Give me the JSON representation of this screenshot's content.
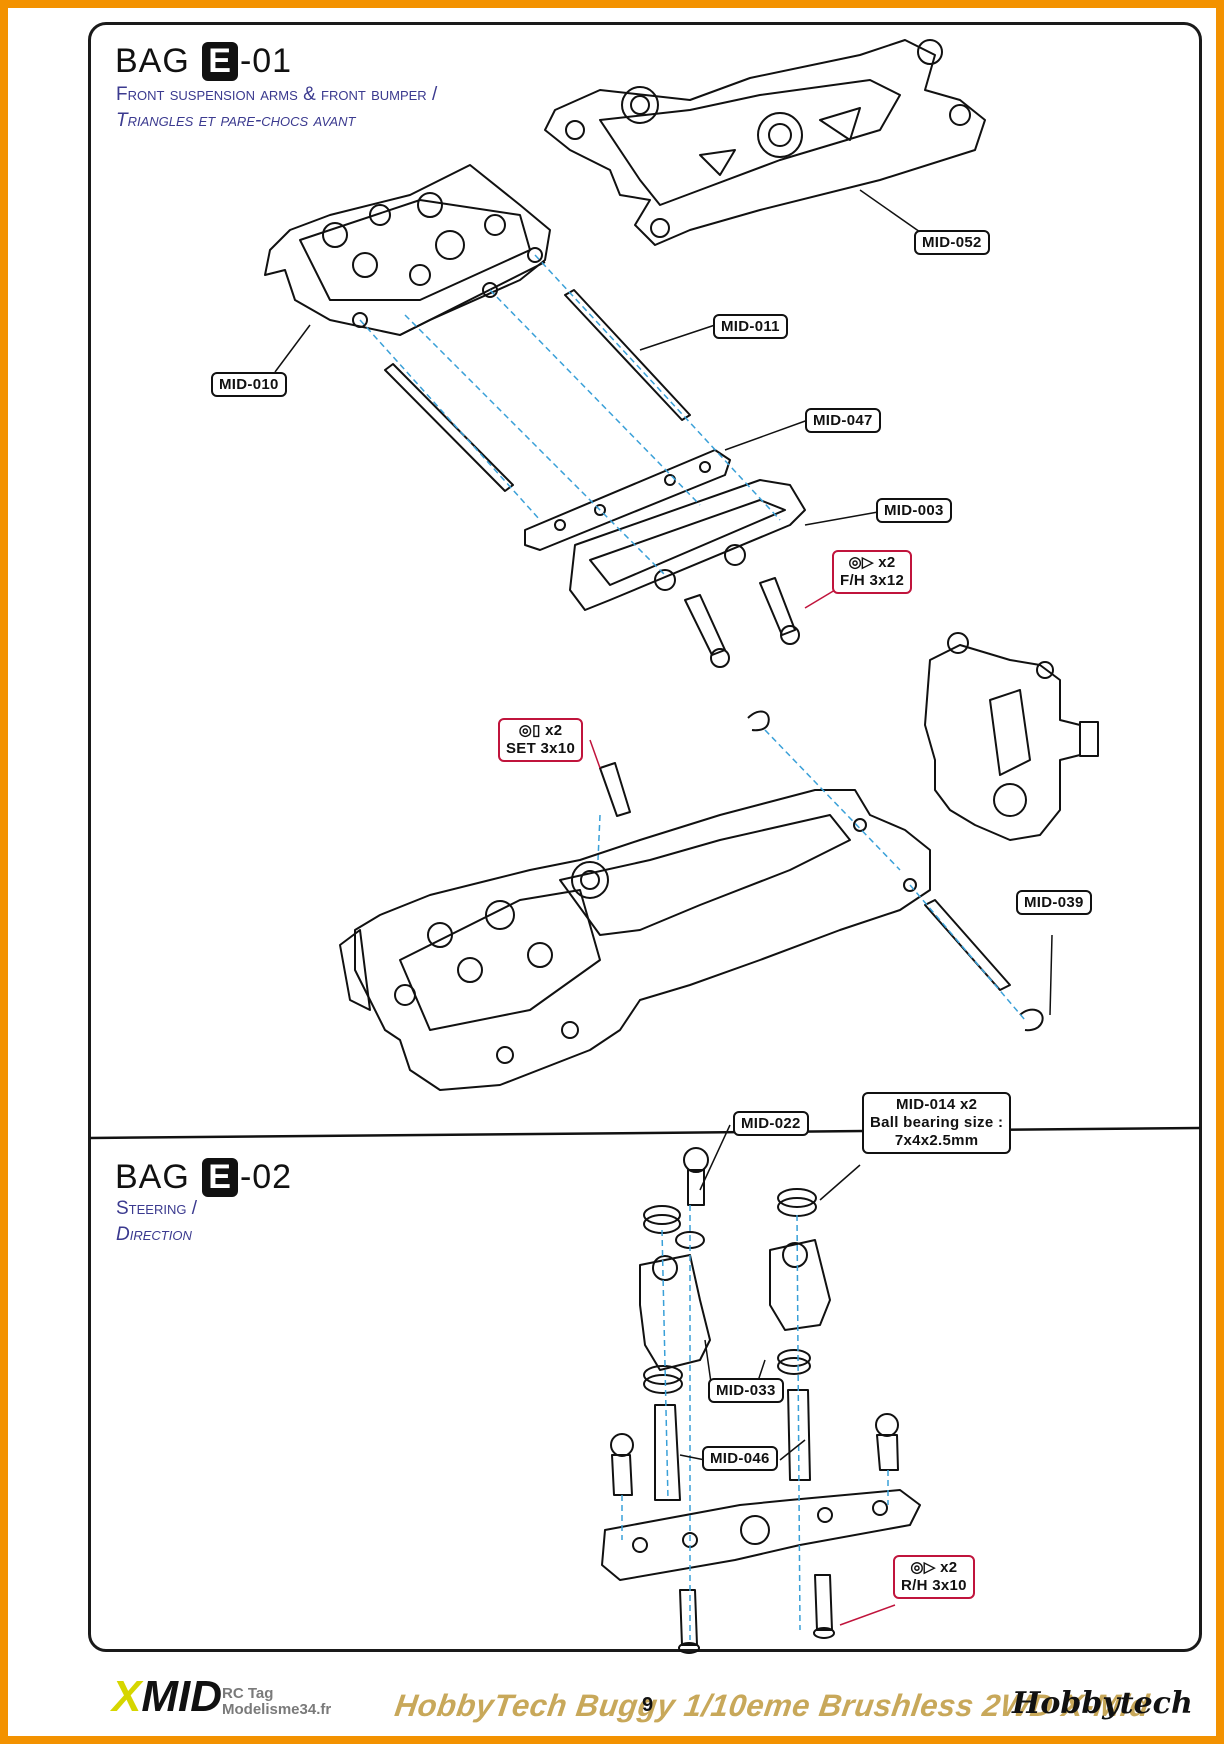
{
  "section1": {
    "bag_prefix": "BAG",
    "bag_letter": "E",
    "bag_suffix": "-01",
    "subtitle_en": "Front suspension arms & front bumper /",
    "subtitle_fr": "Triangles et pare-chocs avant"
  },
  "section2": {
    "bag_prefix": "BAG",
    "bag_letter": "E",
    "bag_suffix": "-02",
    "subtitle_en": "Steering /",
    "subtitle_fr": "Direction"
  },
  "parts": {
    "mid052": "MID-052",
    "mid011": "MID-011",
    "mid010": "MID-010",
    "mid047": "MID-047",
    "mid003": "MID-003",
    "mid039": "MID-039",
    "mid022": "MID-022",
    "mid014_line1": "MID-014  x2",
    "mid014_line2": "Ball bearing size :",
    "mid014_line3": "7x4x2.5mm",
    "mid033": "MID-033",
    "mid046": "MID-046"
  },
  "screws": {
    "fh_qty": "x2",
    "fh_size": "F/H 3x12",
    "set_qty": "x2",
    "set_size": "SET 3x10",
    "rh_qty": "x2",
    "rh_size": "R/H 3x10"
  },
  "footer": {
    "title": "HobbyTech Buggy 1/10eme Brushless 2WD X-Mid",
    "page_number": "9",
    "logo_left": "MID",
    "logo_right": "Hobbytech",
    "watermark_line1": "RC Tag",
    "watermark_line2": "Modelisme34.fr"
  },
  "colors": {
    "border_orange": "#f39200",
    "label_red": "#c0143c",
    "subtitle_blue": "#3b3a8f",
    "guide_blue": "#3aa0d8"
  }
}
